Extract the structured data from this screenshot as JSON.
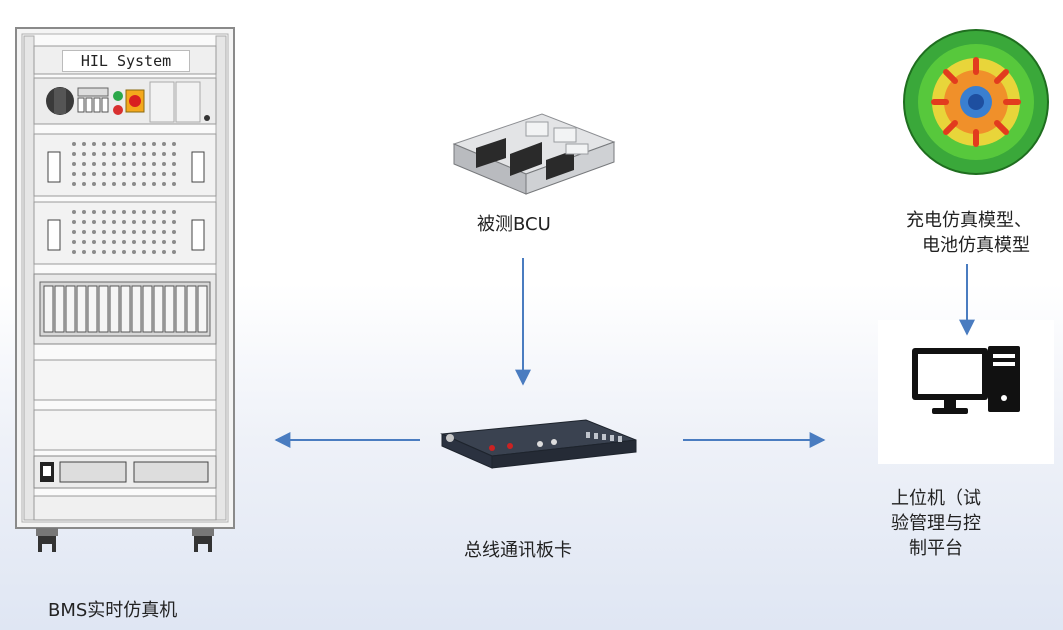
{
  "nodes": {
    "bms_simulator": {
      "label": "BMS实时仿真机",
      "panel_title": "HIL System"
    },
    "bcu": {
      "label": "被测BCU"
    },
    "bus_card": {
      "label": "总线通讯板卡"
    },
    "models": {
      "label_line1": "充电仿真模型、",
      "label_line2": "电池仿真模型"
    },
    "host_pc": {
      "label_line1": "上位机（试",
      "label_line2": "验管理与控",
      "label_line3": "制平台"
    }
  },
  "colors": {
    "arrow": "#4a7cc0",
    "rack_frame": "#c9c9c9",
    "background_bottom": "#dfe6f3"
  },
  "icons": [
    "hil-rack-image",
    "bcu-module-image",
    "bus-card-device-image",
    "clutch-fea-model-image",
    "desktop-computer-icon"
  ]
}
